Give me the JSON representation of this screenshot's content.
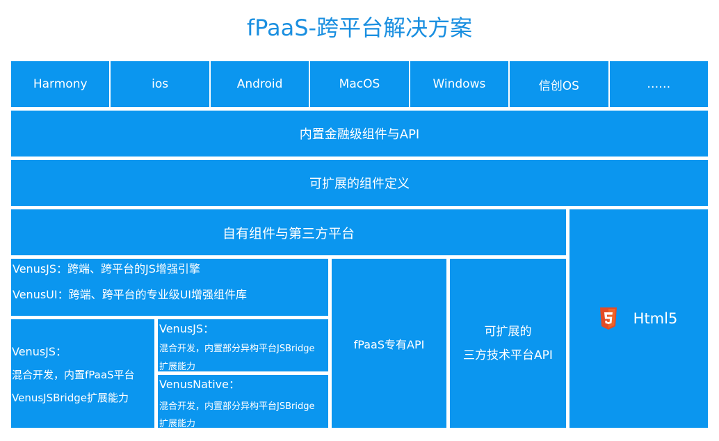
{
  "title": "fPaaS-跨平台解决方案",
  "platforms": [
    "Harmony",
    "ios",
    "Android",
    "MacOS",
    "Windows",
    "信创OS",
    "……"
  ],
  "layers": {
    "finance_components": "内置金融级组件与API",
    "extensible_definition": "可扩展的组件定义",
    "own_and_third_party": "自有组件与第三方平台"
  },
  "venus": {
    "top": {
      "line1": "VenusJS：跨端、跨平台的JS增强引擎",
      "line2": "VenusUI：跨端、跨平台的专业级UI增强组件库"
    },
    "left": {
      "line1": "VenusJS：",
      "line2": "混合开发，内置fPaaS平台",
      "line3": "VenusJSBridge扩展能力"
    },
    "mid_top": {
      "heading": "VenusJS：",
      "desc1": "混合开发，内置部分异构平台JSBridge",
      "desc2": "扩展能力"
    },
    "mid_bottom": {
      "heading": "VenusNative：",
      "desc1": "混合开发，内置部分异构平台JSBridge",
      "desc2": "扩展能力"
    }
  },
  "api": {
    "fpaas_api": "fPaaS专有API",
    "third_party_line1": "可扩展的",
    "third_party_line2": "三方技术平台API"
  },
  "html5": {
    "label": "Html5",
    "icon": "html5-shield-icon"
  },
  "colors": {
    "block": "#0b96ef",
    "title": "#1a8fe0",
    "html5_icon": "#e34c26"
  }
}
